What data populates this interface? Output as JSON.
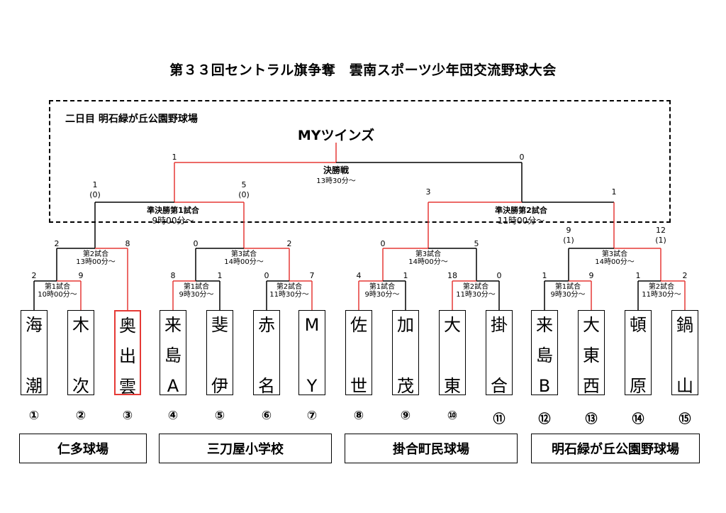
{
  "title": "第３３回セントラル旗争奪　雲南スポーツ少年団交流野球大会",
  "day2_label": "二日目 明石緑が丘公園野球場",
  "champion": "MYツインズ",
  "final": {
    "name": "決勝戦",
    "time": "13時30分～",
    "left_score": "1",
    "right_score": "0"
  },
  "semis": [
    {
      "name": "準決勝第1試合",
      "time": "9時00分～",
      "left_score": "1",
      "left_sub": "(0)",
      "right_score": "5",
      "right_sub": "(0)"
    },
    {
      "name": "準決勝第2試合",
      "time": "11時00分～",
      "left_score": "3",
      "left_sub": "",
      "right_score": "1",
      "right_sub": ""
    }
  ],
  "round2": [
    {
      "name": "第2試合",
      "time": "13時00分～",
      "left_score": "2",
      "left_sub": "",
      "right_score": "8",
      "right_sub": ""
    },
    {
      "name": "第3試合",
      "time": "14時00分～",
      "left_score": "0",
      "left_sub": "",
      "right_score": "2",
      "right_sub": ""
    },
    {
      "name": "第3試合",
      "time": "14時00分～",
      "left_score": "0",
      "left_sub": "",
      "right_score": "5",
      "right_sub": ""
    },
    {
      "name": "第3試合",
      "time": "14時00分～",
      "left_score": "9",
      "left_sub": "(1)",
      "right_score": "12",
      "right_sub": "(1)"
    }
  ],
  "round1": [
    {
      "name": "第1試合",
      "time": "10時00分～",
      "left_score": "2",
      "right_score": "9"
    },
    {
      "name": "第1試合",
      "time": "9時30分～",
      "left_score": "8",
      "right_score": "1"
    },
    {
      "name": "第2試合",
      "time": "11時30分～",
      "left_score": "0",
      "right_score": "7"
    },
    {
      "name": "第1試合",
      "time": "9時30分～",
      "left_score": "4",
      "right_score": "1"
    },
    {
      "name": "第2試合",
      "time": "11時30分～",
      "left_score": "18",
      "right_score": "0"
    },
    {
      "name": "第1試合",
      "time": "9時30分～",
      "left_score": "1",
      "right_score": "9"
    },
    {
      "name": "第2試合",
      "time": "11時30分～",
      "left_score": "1",
      "right_score": "2"
    }
  ],
  "teams": [
    {
      "chars": [
        "海",
        "潮"
      ],
      "num": "①"
    },
    {
      "chars": [
        "木",
        "次"
      ],
      "num": "②"
    },
    {
      "chars": [
        "奥",
        "出",
        "雲"
      ],
      "num": "③"
    },
    {
      "chars": [
        "来",
        "島",
        "A"
      ],
      "num": "④"
    },
    {
      "chars": [
        "斐",
        "伊"
      ],
      "num": "⑤"
    },
    {
      "chars": [
        "赤",
        "名"
      ],
      "num": "⑥"
    },
    {
      "chars": [
        "M",
        "Y"
      ],
      "num": "⑦"
    },
    {
      "chars": [
        "佐",
        "世"
      ],
      "num": "⑧"
    },
    {
      "chars": [
        "加",
        "茂"
      ],
      "num": "⑨"
    },
    {
      "chars": [
        "大",
        "東"
      ],
      "num": "⑩"
    },
    {
      "chars": [
        "掛",
        "合"
      ],
      "num": "⑪"
    },
    {
      "chars": [
        "来",
        "島",
        "B"
      ],
      "num": "⑫"
    },
    {
      "chars": [
        "大",
        "東",
        "西"
      ],
      "num": "⑬"
    },
    {
      "chars": [
        "頓",
        "原"
      ],
      "num": "⑭"
    },
    {
      "chars": [
        "鍋",
        "山"
      ],
      "num": "⑮"
    }
  ],
  "venues": [
    "仁多球場",
    "三刀屋小学校",
    "掛合町民球場",
    "明石緑が丘公園野球場"
  ],
  "colors": {
    "win": "#e53935",
    "line": "#000000"
  }
}
